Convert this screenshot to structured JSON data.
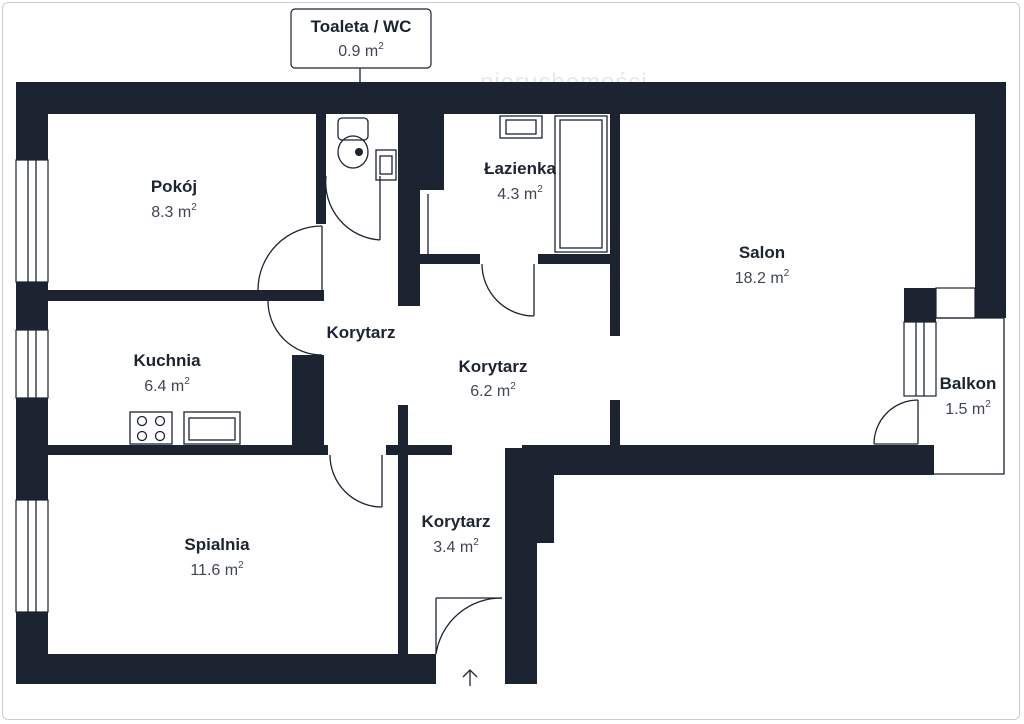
{
  "watermark": "nieruchomości",
  "colors": {
    "wall": "#1c2331",
    "background": "#ffffff",
    "name_text": "#1c2331",
    "area_text": "#3f4653"
  },
  "area_unit": "m",
  "area_unit_exponent": "2",
  "callout": {
    "name": "Toaleta / WC",
    "area": "0.9"
  },
  "rooms": {
    "pokoj": {
      "name": "Pokój",
      "area": "8.3"
    },
    "lazienka": {
      "name": "Łazienka",
      "area": "4.3"
    },
    "salon": {
      "name": "Salon",
      "area": "18.2"
    },
    "korytarz_1": {
      "name": "Korytarz",
      "area": ""
    },
    "korytarz_2": {
      "name": "Korytarz",
      "area": "6.2"
    },
    "kuchnia": {
      "name": "Kuchnia",
      "area": "6.4"
    },
    "balkon": {
      "name": "Balkon",
      "area": "1.5"
    },
    "sypialnia": {
      "name": "Spialnia",
      "area": "11.6"
    },
    "korytarz_3": {
      "name": "Korytarz",
      "area": "3.4"
    }
  },
  "entrance_icon": "arrow-up-icon"
}
